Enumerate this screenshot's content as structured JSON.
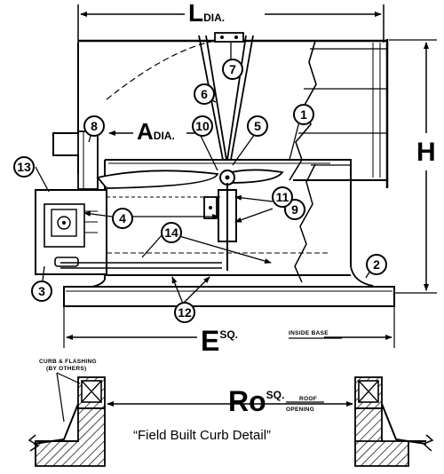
{
  "dimensions": {
    "L": {
      "main": "L",
      "sub": "DIA."
    },
    "A": {
      "main": "A",
      "sub": "DIA."
    },
    "H": {
      "main": "H"
    },
    "E": {
      "main": "E",
      "sup": "SQ.",
      "note": "INSIDE BASE"
    },
    "Ro": {
      "main": "Ro",
      "sup": "SQ.",
      "sub_top": "ROOF",
      "sub_bottom": "OPENING"
    }
  },
  "callouts": [
    "1",
    "2",
    "3",
    "4",
    "5",
    "6",
    "7",
    "8",
    "9",
    "10",
    "11",
    "12",
    "13",
    "14"
  ],
  "curb": {
    "note_line1": "CURB & FLASHING",
    "note_line2": "(BY OTHERS)",
    "caption": "“Field Built Curb Detail”"
  }
}
